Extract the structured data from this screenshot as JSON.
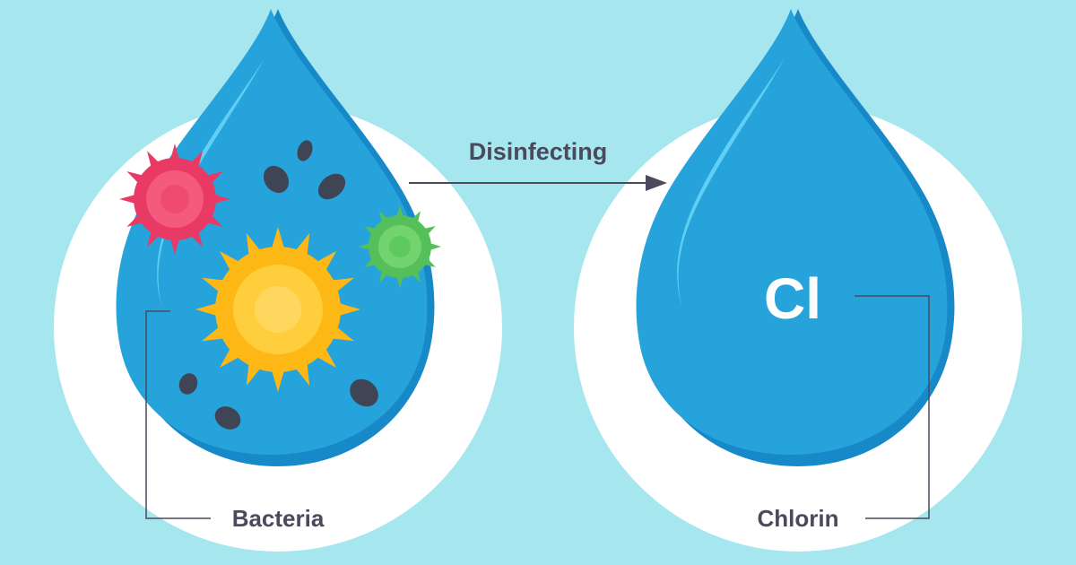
{
  "labels": {
    "process": "Disinfecting",
    "left": "Bacteria",
    "right": "Chlorin",
    "symbol": "Cl"
  },
  "colors": {
    "background": "#a6e7ef",
    "circle": "#ffffff",
    "drop_main": "#27a3dc",
    "drop_shadow": "#1788c8",
    "drop_highlight": "#5fd0f4",
    "text": "#4a4a5c",
    "bacteria_red": "#e83a64",
    "bacteria_yellow": "#fdb815",
    "bacteria_green": "#55c05a",
    "particles": "#3f4555"
  },
  "icons": {
    "left": "water-drop-with-bacteria-icon",
    "right": "chlorinated-water-drop-icon",
    "connector": "arrow-right-icon"
  }
}
